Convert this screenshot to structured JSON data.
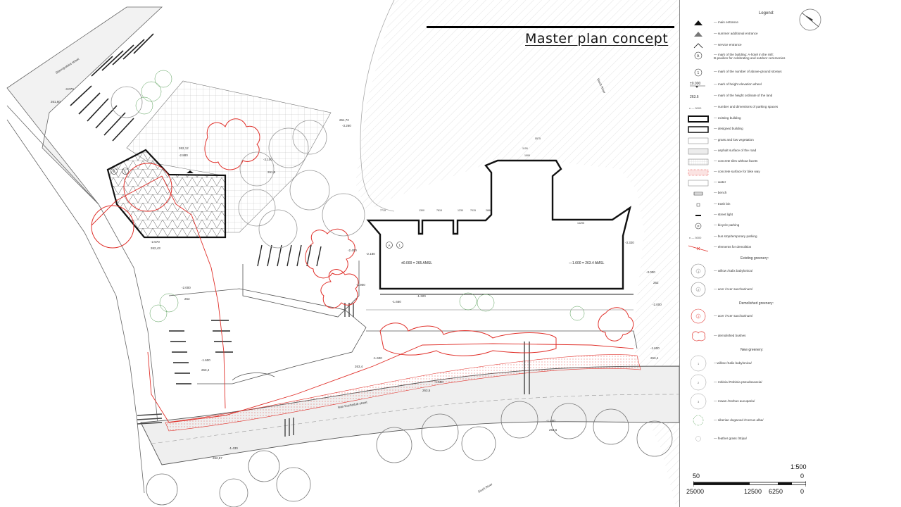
{
  "title": "Master plan concept",
  "legend": {
    "heading": "Legend:",
    "items": [
      {
        "text": "— main entrance",
        "icon": "main-entrance-icon"
      },
      {
        "text": "— summer additional entrance",
        "icon": "summer-entrance-icon"
      },
      {
        "text": "— service entrance",
        "icon": "service-entrance-icon"
      },
      {
        "text": "— mark of the building: A-hotel in the mill;",
        "text2": "B-pavilion for celebrating and outdoor ceremonies",
        "symbol_text": "A",
        "icon": "building-mark-icon"
      },
      {
        "text": "— mark of the number of above-ground storeys",
        "symbol_text": "1",
        "icon": "storeys-mark-icon"
      },
      {
        "text": "— mark of height elevation wheel",
        "symbol_text": "±0.000",
        "icon": "elevation-mark-icon"
      },
      {
        "text": "— mark of the height ordinate of the land",
        "symbol_text": "263.6",
        "icon": "ordinate-mark-icon"
      },
      {
        "text": "— number and dimentions of parking spaces",
        "symbol_text": "n — 5000",
        "icon": "parking-dims-icon"
      },
      {
        "text": "— existing building",
        "icon": "existing-building-icon"
      },
      {
        "text": "— designed building",
        "icon": "designed-building-icon"
      },
      {
        "text": "— grass and low vegetation",
        "icon": "grass-icon"
      },
      {
        "text": "— asphalt surface of the road",
        "icon": "asphalt-icon"
      },
      {
        "text": "— concrete tiles without facets",
        "icon": "concrete-tiles-icon"
      },
      {
        "text": "— concrete surface for bike way",
        "icon": "bike-way-icon"
      },
      {
        "text": "— water",
        "icon": "water-icon"
      },
      {
        "text": "— bench",
        "icon": "bench-icon"
      },
      {
        "text": "— trash bin",
        "icon": "trash-bin-icon"
      },
      {
        "text": "— street light",
        "icon": "street-light-icon"
      },
      {
        "text": "— bicycle parking",
        "symbol_text": "P",
        "icon": "bicycle-parking-icon"
      },
      {
        "text": "— bus stop/temporary parking",
        "symbol_text": "n — 5000",
        "icon": "bus-stop-icon"
      },
      {
        "text": "— elements for demolition",
        "icon": "demolition-icon"
      }
    ],
    "existing_greenery": {
      "heading": "Existing greenery:",
      "items": [
        {
          "text": "— willow   /Salix babylonica/",
          "symbol_text": "1"
        },
        {
          "text": "— acer   /Acer saccharinum/",
          "symbol_text": "2"
        }
      ]
    },
    "demolished_greenery": {
      "heading": "Demolished greenery:",
      "items": [
        {
          "text": "— acer   /Acer saccharinum/",
          "symbol_text": "2"
        },
        {
          "text": "— demolished bushes"
        }
      ]
    },
    "new_greenery": {
      "heading": "New greenery:",
      "items": [
        {
          "text": "—willow   /Salix babylonica/",
          "symbol_text": "1"
        },
        {
          "text": "— robinia   /Robinia pseudoacacia/",
          "symbol_text": "2"
        },
        {
          "text": "— rowan   /Sorbus aucuparia/",
          "symbol_text": "3"
        },
        {
          "text": "— siberian dogwood       /Cornus alba/"
        },
        {
          "text": "— feather grass      /Stipa/"
        }
      ]
    }
  },
  "scale": {
    "ratio": "1:500",
    "top_left": "50",
    "top_right": "0",
    "bottom": [
      "25000",
      "12500",
      "6250",
      "0"
    ]
  },
  "map": {
    "street_top": "Stavropolska street",
    "street_bottom": "Ivan Kozhedub street",
    "river_top": "Siuch River",
    "river_bottom": "Siuch River",
    "marks": {
      "building_a": "A",
      "building_b": "B",
      "storeys_a": "1",
      "storeys_b": "1",
      "elev_main": "±0.000 = 265 AMSL",
      "elev_lower": "—1.600 = 263.4 AMSL"
    },
    "levels": [
      {
        "t": "-3.070"
      },
      {
        "t": "261,60"
      },
      {
        "t": "262,12"
      },
      {
        "t": "-2.880"
      },
      {
        "t": "261,72"
      },
      {
        "t": "-3.260"
      },
      {
        "t": "-3.100"
      },
      {
        "t": "261,9"
      },
      {
        "t": "-2.570"
      },
      {
        "t": "262,43"
      },
      {
        "t": "-2.400"
      },
      {
        "t": "-2.180"
      },
      {
        "t": "-2.000"
      },
      {
        "t": "263"
      },
      {
        "t": "-1.900"
      },
      {
        "t": "-1.660"
      },
      {
        "t": "-1.320"
      },
      {
        "t": "-3.320"
      },
      {
        "t": "-3.000"
      },
      {
        "t": "262"
      },
      {
        "t": "-2.000"
      },
      {
        "t": "-1.600"
      },
      {
        "t": "263,4"
      },
      {
        "t": "-1.600"
      },
      {
        "t": "263,4"
      },
      {
        "t": "-1.500"
      },
      {
        "t": "263,5"
      },
      {
        "t": "-1.600"
      },
      {
        "t": "263,4"
      },
      {
        "t": "-1.400"
      },
      {
        "t": "263,6"
      },
      {
        "t": "-1.430"
      },
      {
        "t": "262,57"
      }
    ],
    "dims": [
      "5575",
      "1100",
      "1009",
      "7715",
      "1300",
      "7815",
      "1230",
      "7015",
      "2880",
      "14295"
    ]
  },
  "colors": {
    "red": "#e0302a",
    "line": "#1a1a1a",
    "grey_line": "#9a9a9a",
    "green": "#4f9a4f",
    "road_fill": "#ececec",
    "hatch": "#c8c8c8"
  }
}
